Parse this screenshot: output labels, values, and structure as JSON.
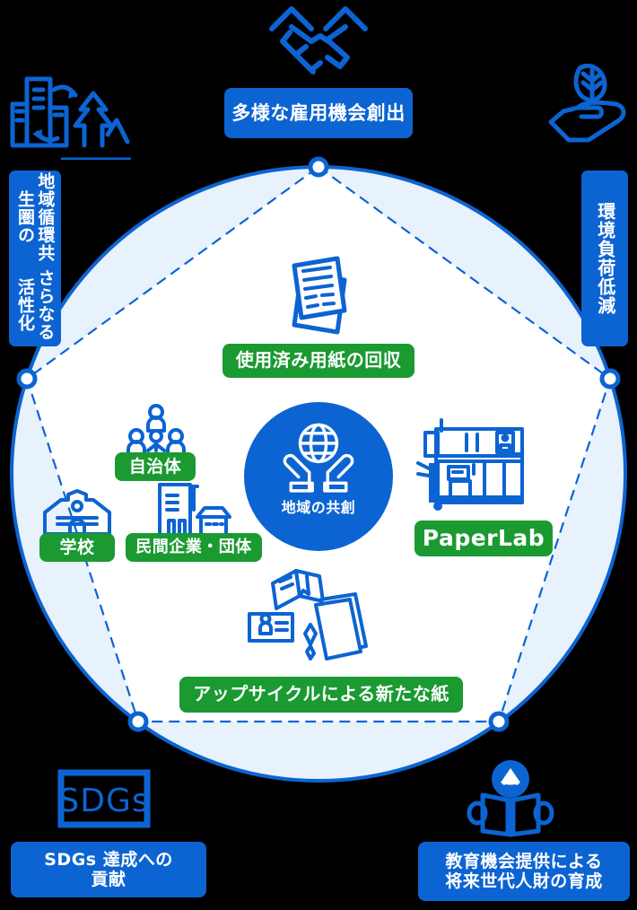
{
  "diagram": {
    "title": "地域の共創",
    "center": {
      "label": "地域の共創",
      "icon": "hands-holding-globe-icon",
      "color": "#0C64D2"
    },
    "colors": {
      "brand_blue": "#0C64D2",
      "ring_blue": "#0C64D2",
      "pale_blue": "#E8F2FC",
      "green": "#1A9A31",
      "background": "#000000",
      "pentagon_fill": "#FFFFFF"
    },
    "outer_labels": [
      {
        "id": "employment",
        "label": "多様な雇用機会創出",
        "color": "#0C64D2",
        "orientation": "horizontal",
        "icon": "handshake-icon",
        "position": "top"
      },
      {
        "id": "regional-circulation",
        "label": "地域循環共生圏のさらなる活性化",
        "line1": "地域循環共生圏の",
        "line2": "さらなる活性化",
        "color": "#0C64D2",
        "orientation": "vertical",
        "icon": "city-nature-cycle-icon",
        "position": "left"
      },
      {
        "id": "environment",
        "label": "環境負荷低減",
        "color": "#0C64D2",
        "orientation": "vertical",
        "icon": "hand-leaf-icon",
        "position": "right"
      },
      {
        "id": "sdgs",
        "label": "SDGs 達成への\n貢献",
        "line1": "SDGs 達成への",
        "line2": "貢献",
        "color": "#0C64D2",
        "orientation": "horizontal",
        "icon": "sdgs-logo-icon",
        "icon_text": "SDGs",
        "position": "bottom-left"
      },
      {
        "id": "education",
        "label": "教育機会提供による将来世代人財の育成",
        "line1": "教育機会提供による",
        "line2": "将来世代人財の育成",
        "color": "#0C64D2",
        "orientation": "horizontal",
        "icon": "person-reading-book-icon",
        "position": "bottom-right"
      }
    ],
    "inner_labels": [
      {
        "id": "paper-collection",
        "label": "使用済み用紙の回収",
        "color": "#1A9A31",
        "icon": "stacked-documents-icon"
      },
      {
        "id": "upcycled-paper",
        "label": "アップサイクルによる新たな紙",
        "color": "#1A9A31",
        "icon": "book-card-paper-icon"
      },
      {
        "id": "paperlab",
        "label": "PaperLab",
        "color": "#1A9A31",
        "icon": "paperlab-machine-icon"
      },
      {
        "id": "municipality",
        "label": "自治体",
        "color": "#1A9A31",
        "icon": "people-group-icon"
      },
      {
        "id": "school",
        "label": "学校",
        "color": "#1A9A31",
        "icon": "school-building-icon"
      },
      {
        "id": "companies",
        "label": "民間企業・団体",
        "color": "#1A9A31",
        "icon": "office-shop-icon"
      }
    ],
    "structure": {
      "shape": "pentagon-in-circle",
      "node_count": 5,
      "connector_style": "dashed"
    }
  }
}
